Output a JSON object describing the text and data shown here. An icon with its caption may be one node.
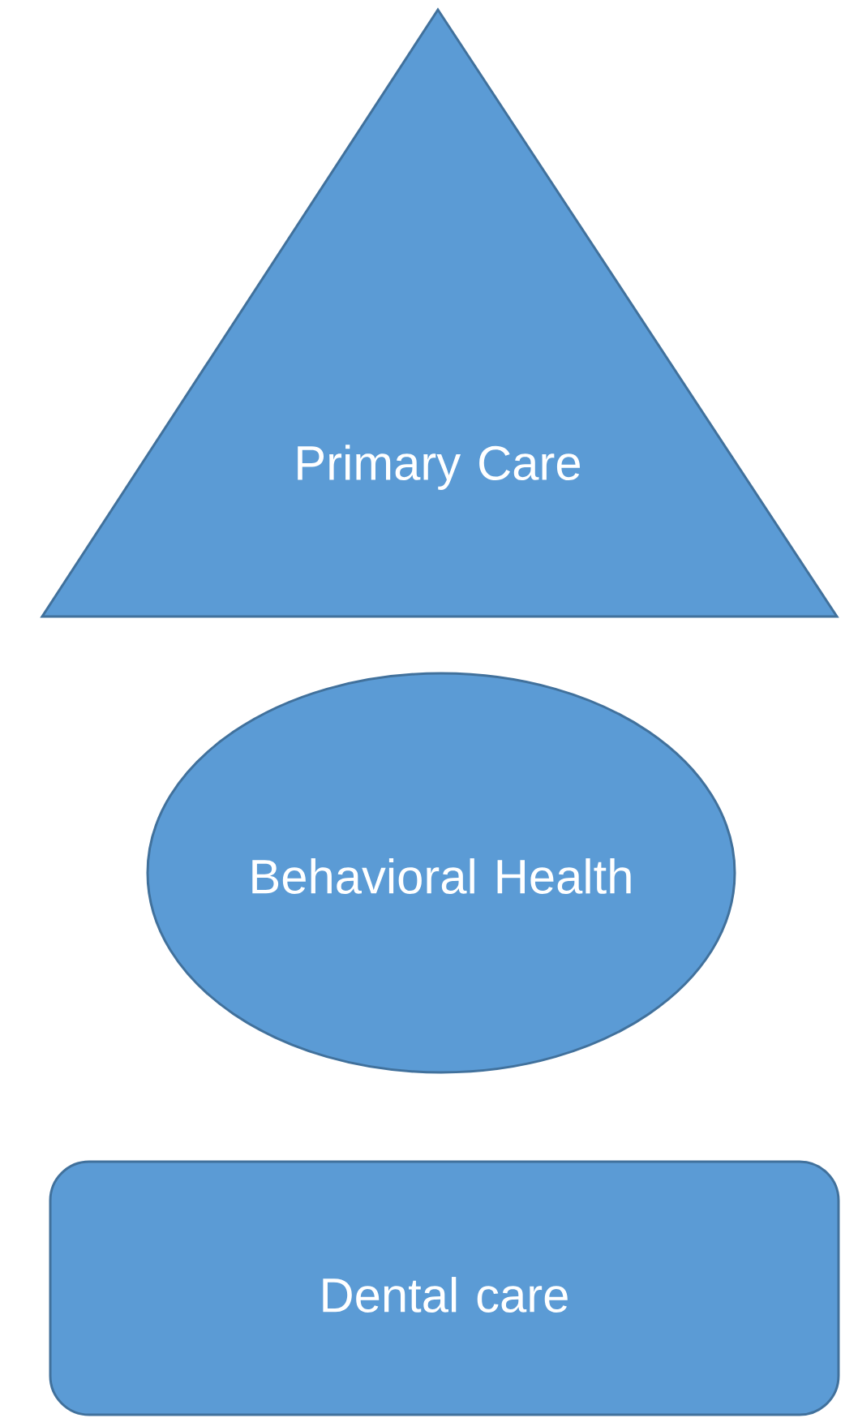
{
  "diagram": {
    "nodes": [
      {
        "text": [
          "Primary Care"
        ]
      },
      {
        "text": [
          "Behavioral Health"
        ]
      },
      {
        "text": [
          "Dental care"
        ]
      }
    ]
  }
}
